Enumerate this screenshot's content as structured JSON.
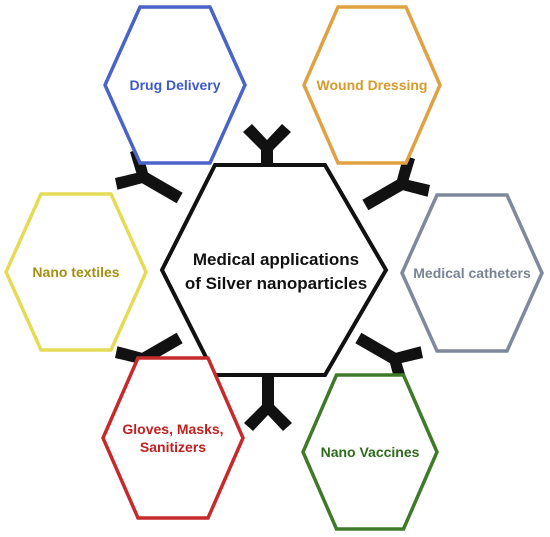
{
  "center": {
    "line1": "Medical applications",
    "line2": "of Silver nanoparticles",
    "border_color": "#111111"
  },
  "nodes": [
    {
      "id": "drug-delivery",
      "lines": [
        "Drug Delivery"
      ],
      "color": "#4a63c9",
      "text_color": "#3f5ac8"
    },
    {
      "id": "wound-dressing",
      "lines": [
        "Wound Dressing"
      ],
      "color": "#e0a143",
      "text_color": "#d99a2b"
    },
    {
      "id": "medical-catheters",
      "lines": [
        "Medical catheters"
      ],
      "color": "#7f889c",
      "text_color": "#7a8294"
    },
    {
      "id": "nano-vaccines",
      "lines": [
        "Nano Vaccines"
      ],
      "color": "#3e7a2a",
      "text_color": "#2f6b1d"
    },
    {
      "id": "gloves-masks-sanitizers",
      "lines": [
        "Gloves, Masks,",
        "Sanitizers"
      ],
      "color": "#c62a2a",
      "text_color": "#c02020"
    },
    {
      "id": "nano-textiles",
      "lines": [
        "Nano textiles"
      ],
      "color": "#e6db57",
      "text_color": "#a48f12"
    }
  ],
  "connector": {
    "color": "#111111",
    "shape": "Y-connector"
  }
}
